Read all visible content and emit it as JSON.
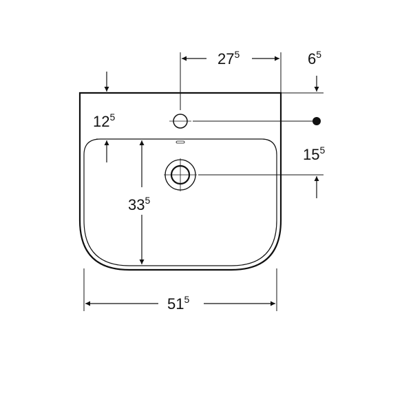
{
  "dimensions": {
    "top_width": {
      "main": "27",
      "sup": "5"
    },
    "right_offset": {
      "main": "6",
      "sup": "5"
    },
    "left_depth": {
      "main": "12",
      "sup": "5"
    },
    "right_depth": {
      "main": "15",
      "sup": "5"
    },
    "bowl_depth": {
      "main": "33",
      "sup": "5"
    },
    "total_width": {
      "main": "51",
      "sup": "5"
    }
  }
}
